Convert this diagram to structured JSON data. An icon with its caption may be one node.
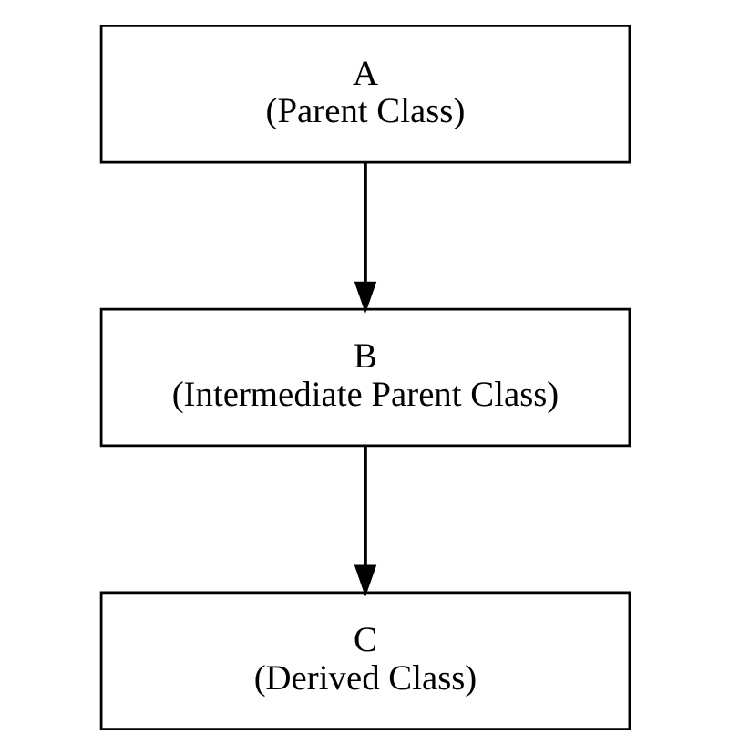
{
  "diagram": {
    "nodes": [
      {
        "text": [
          "A",
          "(Parent Class)"
        ]
      },
      {
        "text": [
          "B",
          "(Intermediate Parent Class)"
        ]
      },
      {
        "text": [
          "C",
          "(Derived Class)"
        ]
      }
    ],
    "edges": [
      {
        "from": 0,
        "to": 1,
        "arrow": "to"
      },
      {
        "from": 1,
        "to": 2,
        "arrow": "to"
      }
    ]
  }
}
